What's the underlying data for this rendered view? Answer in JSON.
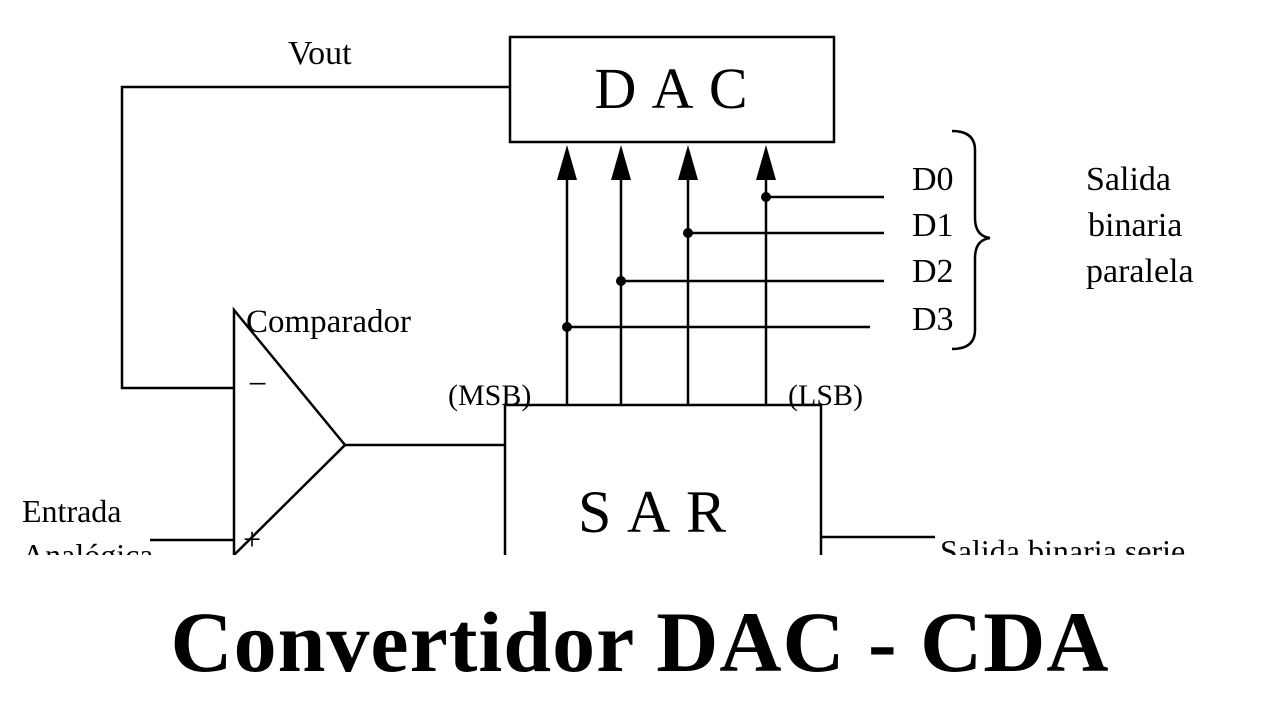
{
  "diagram": {
    "dac_label": "D A C",
    "sar_label": "S A R",
    "vout_label": "Vout",
    "comparator_label": "Comparador",
    "minus_sign": "−",
    "plus_sign": "+",
    "msb_label": "(MSB)",
    "lsb_label": "(LSB)",
    "bits": [
      "D0",
      "D1",
      "D2",
      "D3"
    ],
    "parallel_output": [
      "Salida",
      "binaria",
      "paralela"
    ],
    "analog_input": [
      "Entrada",
      "Analógica"
    ],
    "serial_output": "Salida binaria serie"
  },
  "banner": {
    "title": "Convertidor DAC - CDA"
  }
}
